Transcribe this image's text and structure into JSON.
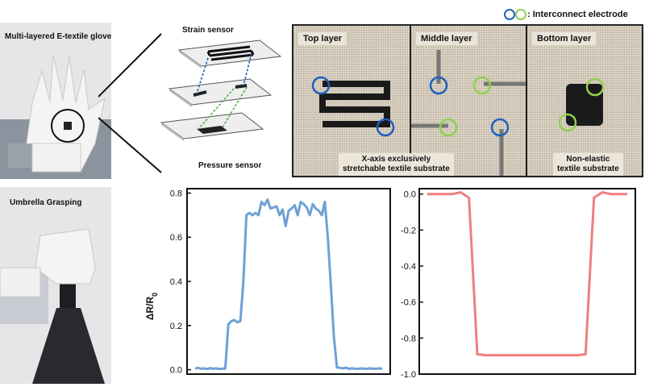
{
  "labels": {
    "glove": "Multi-layered E-textile glove",
    "grasp": "Umbrella Grasping",
    "strain": "Strain sensor",
    "pressure": "Pressure sensor",
    "interconnect": ": Interconnect electrode",
    "top_layer": "Top layer",
    "middle_layer": "Middle layer",
    "bottom_layer": "Bottom layer",
    "xaxis_substrate_1": "X-axis exclusively",
    "xaxis_substrate_2": "stretchable textile substrate",
    "nonelastic_1": "Non-elastic",
    "nonelastic_2": "textile substrate"
  },
  "colors": {
    "blue_circle": "#1f5fbf",
    "green_circle": "#8fd14f",
    "line_blue": "#6ea1d4",
    "line_red": "#ef7f7f"
  },
  "chart_data": [
    {
      "type": "line",
      "ylabel": "ΔR/R",
      "ylabel_subscript": "0",
      "ylim": [
        -0.02,
        0.82
      ],
      "yticks": [
        "0.0",
        "0.2",
        "0.4",
        "0.6",
        "0.8"
      ],
      "ytick_values": [
        0.0,
        0.2,
        0.4,
        0.6,
        0.8
      ],
      "series": [
        {
          "color": "#6ea1d4",
          "x": [
            0,
            1,
            2,
            3,
            4,
            5,
            6,
            7,
            8,
            9,
            10,
            11,
            12,
            13,
            14,
            15,
            16,
            17,
            18,
            19,
            20,
            21,
            22,
            23,
            24,
            25,
            26,
            27,
            28,
            29,
            30,
            31,
            32,
            33,
            34,
            35,
            36,
            37,
            38,
            39,
            40,
            41,
            42,
            43,
            44,
            45,
            46,
            47,
            48,
            49,
            50,
            51,
            52,
            53,
            54,
            55,
            56,
            57,
            58,
            59,
            60,
            61,
            62
          ],
          "values": [
            0.005,
            0.008,
            0.004,
            0.006,
            0.003,
            0.007,
            0.004,
            0.006,
            0.003,
            0.005,
            0.005,
            0.205,
            0.22,
            0.225,
            0.215,
            0.22,
            0.4,
            0.7,
            0.71,
            0.7,
            0.71,
            0.7,
            0.76,
            0.745,
            0.77,
            0.73,
            0.735,
            0.74,
            0.7,
            0.725,
            0.65,
            0.72,
            0.73,
            0.745,
            0.7,
            0.76,
            0.75,
            0.735,
            0.7,
            0.75,
            0.73,
            0.72,
            0.7,
            0.76,
            0.6,
            0.38,
            0.15,
            0.01,
            0.008,
            0.006,
            0.009,
            0.004,
            0.006,
            0.005,
            0.004,
            0.006,
            0.005,
            0.004,
            0.006,
            0.005,
            0.004,
            0.006,
            0.005
          ]
        }
      ]
    },
    {
      "type": "line",
      "ylim": [
        -1.0,
        0.03
      ],
      "yticks": [
        "0.0",
        "-0.2",
        "-0.4",
        "-0.6",
        "-0.8",
        "-1.0"
      ],
      "ytick_values": [
        0.0,
        -0.2,
        -0.4,
        -0.6,
        -0.8,
        -1.0
      ],
      "series": [
        {
          "color": "#ef7f7f",
          "x": [
            0,
            1,
            2,
            3,
            4,
            5,
            6,
            7,
            8,
            9,
            10,
            11,
            12,
            13,
            14,
            15,
            16,
            17,
            18,
            19,
            20,
            21,
            22,
            23,
            24
          ],
          "values": [
            0.0,
            0.0,
            0.0,
            0.0,
            0.01,
            -0.02,
            -0.89,
            -0.895,
            -0.895,
            -0.895,
            -0.895,
            -0.895,
            -0.895,
            -0.895,
            -0.895,
            -0.895,
            -0.895,
            -0.895,
            -0.895,
            -0.89,
            -0.02,
            0.01,
            0.0,
            0.0,
            0.0
          ]
        }
      ]
    }
  ]
}
